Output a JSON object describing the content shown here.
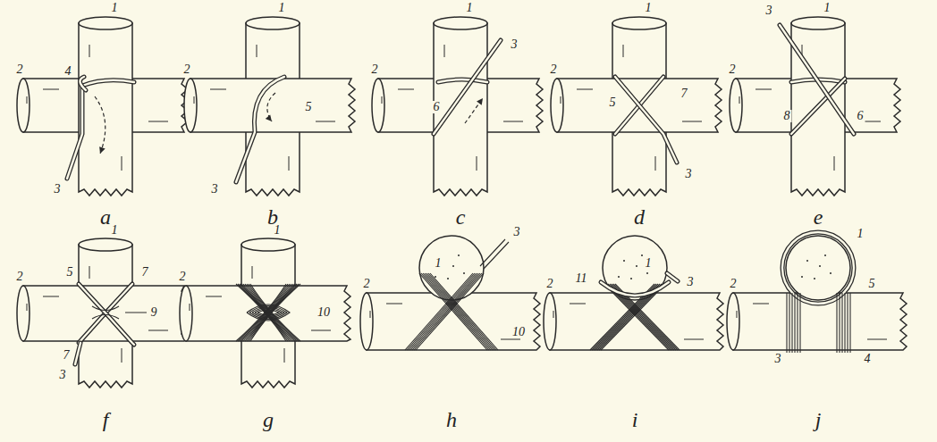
{
  "diagram": {
    "labels": [
      "1",
      "4",
      "2",
      "3",
      "a",
      "1",
      "2",
      "5",
      "3",
      "b",
      "1",
      "2",
      "6",
      "3",
      "c",
      "1",
      "2",
      "5",
      "7",
      "3",
      "d",
      "3",
      "1",
      "2",
      "8",
      "6",
      "e",
      "1",
      "2",
      "5",
      "7",
      "7",
      "9",
      "3",
      "f",
      "2",
      "1",
      "10",
      "g",
      "1",
      "3",
      "2",
      "10",
      "h",
      "1",
      "2",
      "11",
      "3",
      "i",
      "1",
      "2",
      "5",
      "3",
      "4",
      "j"
    ]
  }
}
